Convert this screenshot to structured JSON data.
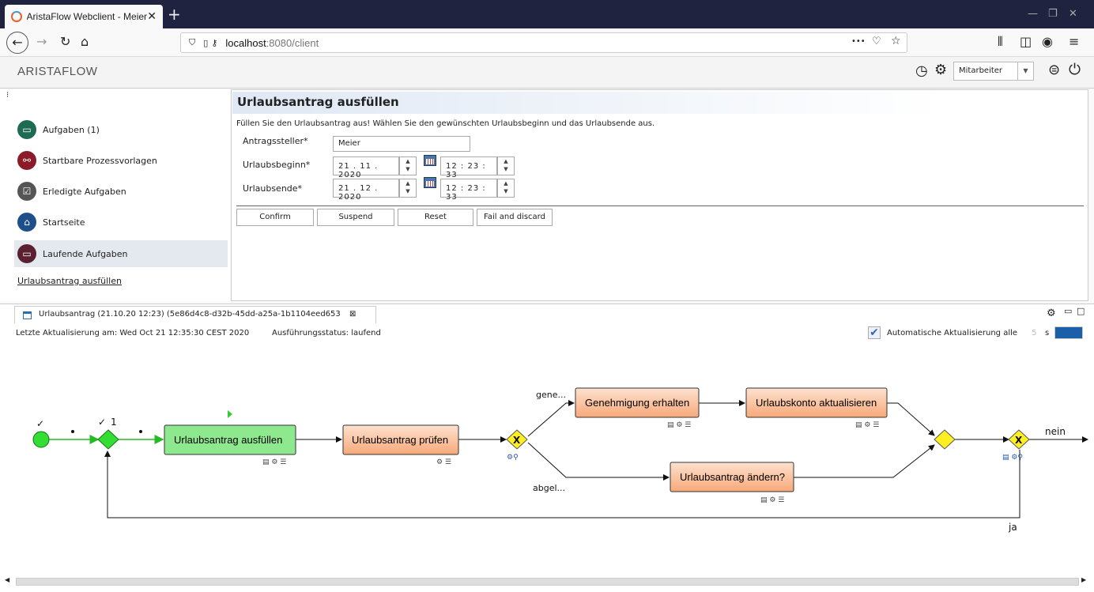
{
  "browser": {
    "tab_title": "AristaFlow Webclient - Meier (",
    "tab_close": "✕",
    "new_tab": "+",
    "url_host": "localhost",
    "url_rest": ":8080/client",
    "url_more": "•••"
  },
  "app": {
    "logo": "ARISTAFLOW",
    "role": "Mitarbeiter"
  },
  "sidebar": {
    "items": [
      {
        "label": "Aufgaben (1)",
        "color": "#1e6a52"
      },
      {
        "label": "Startbare Prozessvorlagen",
        "color": "#8a1c2a"
      },
      {
        "label": "Erledigte Aufgaben",
        "color": "#555555"
      },
      {
        "label": "Startseite",
        "color": "#1e4f8a"
      },
      {
        "label": "Laufende Aufgaben",
        "color": "#5a2030"
      }
    ],
    "link": "Urlaubsantrag ausfüllen"
  },
  "form": {
    "title": "Urlaubsantrag ausfüllen",
    "description": "Füllen Sie den Urlaubsantrag aus! Wählen Sie den gewünschten Urlaubsbeginn und das Urlaubsende aus.",
    "fields": {
      "applicant_label": "Antragssteller*",
      "applicant_value": "Meier",
      "start_label": "Urlaubsbeginn*",
      "start_date": "21 . 11 . 2020",
      "start_time": "12 : 23 : 33",
      "end_label": "Urlaubsende*",
      "end_date": "21 . 12 . 2020",
      "end_time": "12 : 23 : 33"
    },
    "buttons": {
      "confirm": "Confirm",
      "suspend": "Suspend",
      "reset": "Reset",
      "fail": "Fail and discard"
    }
  },
  "process": {
    "tab_title": "Urlaubsantrag (21.10.20 12:23) (5e86d4c8-d32b-45dd-a25a-1b1104eed653",
    "tab_close": "⊠",
    "last_update": "Letzte Aktualisierung am: Wed Oct 21 12:35:30 CEST 2020",
    "exec_status": "Ausführungsstatus: laufend",
    "auto_refresh_label": "Automatische Aktualisierung alle",
    "auto_refresh_value": "5",
    "auto_refresh_unit": "s",
    "nodes": {
      "fill": "Urlaubsantrag ausfüllen",
      "review": "Urlaubsantrag prüfen",
      "approve": "Genehmigung erhalten",
      "account": "Urlaubskonto aktualisieren",
      "change": "Urlaubsantrag ändern?"
    },
    "edge_labels": {
      "approved": "gene...",
      "rejected": "abgel...",
      "no": "nein",
      "yes": "ja",
      "loop_count": "1",
      "done_mark": "✓"
    },
    "colors": {
      "done": "#8ee88e",
      "pending": "#fbc9a8",
      "gateway_active": "#33dd33",
      "gateway_pending": "#ffee22"
    }
  }
}
